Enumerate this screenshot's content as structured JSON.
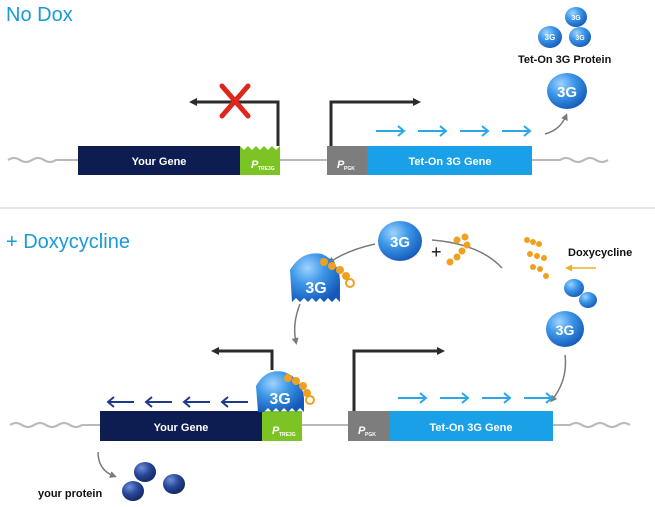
{
  "top": {
    "title": "No Dox",
    "your_gene": "Your Gene",
    "p_tre_main": "P",
    "p_tre_sub": "TRE3G",
    "p_pgk_main": "P",
    "p_pgk_sub": "PGK",
    "tet_gene": "Tet-On 3G Gene",
    "protein_label": "Tet-On 3G Protein",
    "protein_text": "3G"
  },
  "bottom": {
    "title": "+ Doxycycline",
    "your_gene": "Your Gene",
    "p_tre_main": "P",
    "p_tre_sub": "TRE3G",
    "p_pgk_main": "P",
    "p_pgk_sub": "PGK",
    "tet_gene": "Tet-On 3G Gene",
    "doxy_label": "Doxycycline",
    "protein_text": "3G",
    "plus_sign": "+",
    "your_protein": "your protein"
  },
  "colors": {
    "accent_title": "#1a9ad6",
    "your_gene_box": "#0d1d52",
    "tre_promoter": "#7cc424",
    "pgk_promoter": "#7d7d7d",
    "tet_gene_box": "#1aa0e6",
    "protein_blue": "#2f8fe0",
    "dox_orange": "#f0a020",
    "inhibit_red": "#e0261b"
  }
}
